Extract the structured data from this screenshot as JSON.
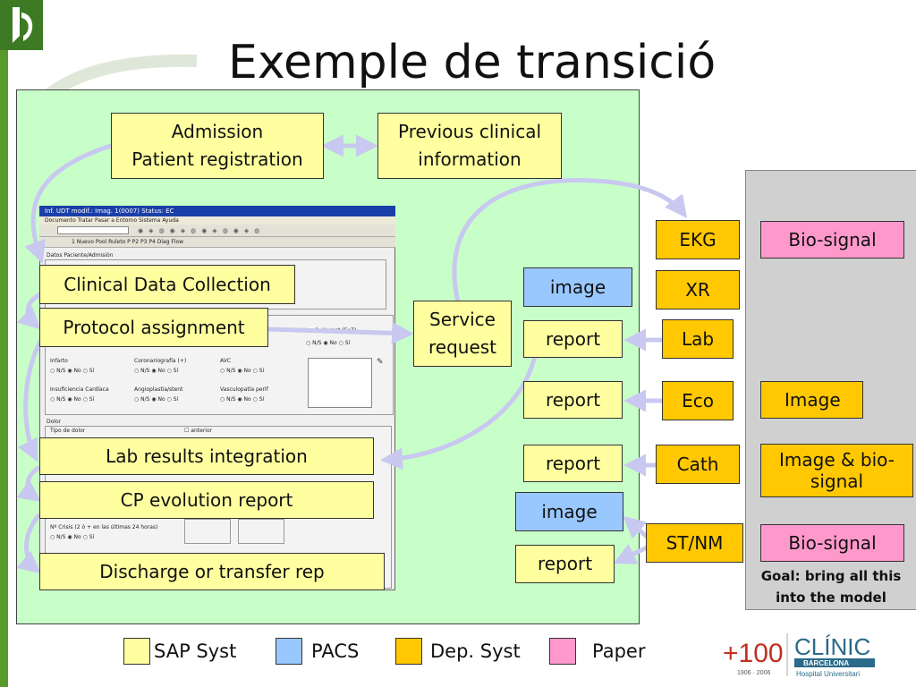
{
  "title": "Exemple de transició",
  "left_boxes": {
    "admission": "Admission\nPatient registration",
    "previous": "Previous clinical\ninformation",
    "clinical_data": "Clinical Data Collection",
    "protocol": "Protocol assignment",
    "service_request": "Service\nrequest",
    "lab_results": "Lab results integration",
    "cp_evolution": "CP evolution report",
    "discharge": "Discharge or transfer rep"
  },
  "middle_boxes": {
    "image1": "image",
    "report1": "report",
    "report2": "report",
    "report3": "report",
    "image2": "image",
    "report4": "report"
  },
  "dept_boxes": {
    "ekg": "EKG",
    "xr": "XR",
    "lab": "Lab",
    "eco": "Eco",
    "cath": "Cath",
    "stnm": "ST/NM"
  },
  "paper_boxes": {
    "biosignal1": "Bio-signal",
    "image": "Image",
    "image_biosignal": "Image & bio-\nsignal",
    "biosignal2": "Bio-signal"
  },
  "goal": "Goal: bring all this\ninto the model",
  "legend": [
    {
      "label": "SAP Syst",
      "color": "#ffffa0"
    },
    {
      "label": "PACS",
      "color": "#99c8ff"
    },
    {
      "label": "Dep. Syst",
      "color": "#ffc800"
    },
    {
      "label": "Paper",
      "color": "#ff99cc"
    }
  ],
  "screenshot": {
    "title_bar": "Inf. UDT modif.:           Imag. 1(0007) Status: EC",
    "menu": "Documento  Tratar  Pasar a  Entorno  Sistema  Ayuda",
    "toolbar2": "1 Nuevo   Pool Ruleto   P   P2   P3   P4   Diag Flow",
    "section1": "Datos Paciente/Admisión",
    "sec_infarto": "Infarto",
    "sec_coro": "Coronariografía (+)",
    "sec_avc": "AVC",
    "sec_insuf": "Insuficiencia Cardíaca",
    "sec_angio": "Angioplastia/stent",
    "sec_vasc": "Vasculopatía perif",
    "sec_insult": "Insult. Hemat (Ex7)",
    "sec_dolor": "Dolor",
    "sec_tipo": "Tipo de dolor",
    "sec_crisis": "Nº Crisis (2 ó + en las últimas 24 horas)",
    "opt_ns": "N/S",
    "opt_no": "No",
    "opt_si": "Sí",
    "sec_anterior": "anterior"
  }
}
